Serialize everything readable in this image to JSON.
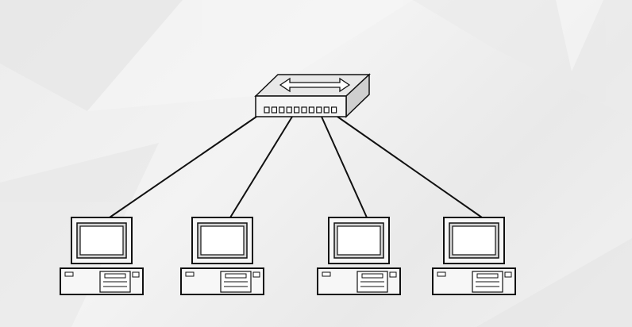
{
  "diagram": {
    "type": "star-network-topology",
    "hub": {
      "icon": "network-switch-icon",
      "port_count": 10
    },
    "nodes": [
      {
        "icon": "desktop-computer-icon"
      },
      {
        "icon": "desktop-computer-icon"
      },
      {
        "icon": "desktop-computer-icon"
      },
      {
        "icon": "desktop-computer-icon"
      }
    ],
    "connections": 4
  },
  "colors": {
    "line": "#111111",
    "device_fill": "#f7f7f7",
    "device_shade": "#d5d5d5",
    "screen": "#ffffff"
  }
}
